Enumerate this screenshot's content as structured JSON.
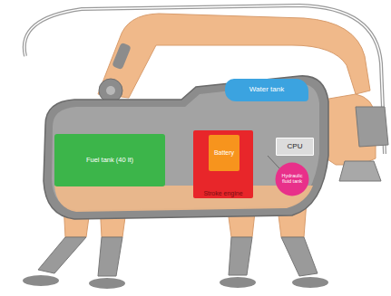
{
  "diagram": {
    "nodes": [
      {
        "text": [
          "Water tank"
        ]
      },
      {
        "text": [
          "Fuel tank (40 lt)"
        ]
      },
      {
        "text": [
          "Stroke engine"
        ]
      },
      {
        "text": [
          "Battery"
        ],
        "in": 2
      },
      {
        "text": [
          "CPU"
        ]
      },
      {
        "text": [
          "Hydraulic fluid tank"
        ]
      }
    ]
  }
}
